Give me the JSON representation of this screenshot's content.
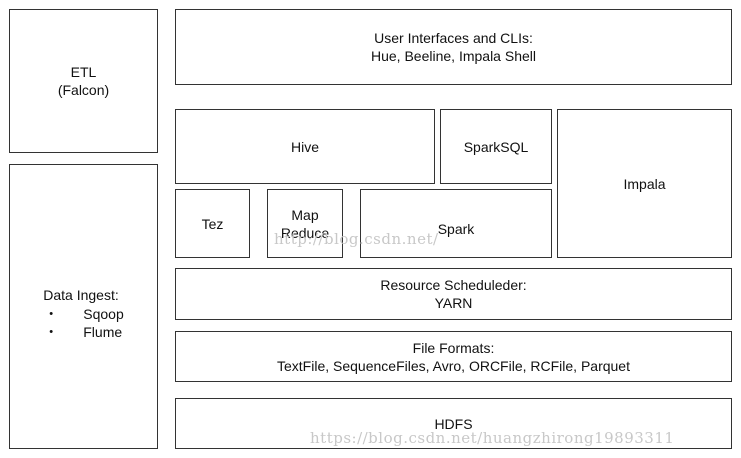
{
  "etl": {
    "line1": "ETL",
    "line2": "(Falcon)"
  },
  "data_ingest": {
    "title": "Data Ingest:",
    "items": [
      {
        "bullet": "•",
        "label": "Sqoop"
      },
      {
        "bullet": "•",
        "label": "Flume"
      }
    ]
  },
  "user_interfaces": {
    "line1": "User Interfaces and CLIs:",
    "line2": "Hue, Beeline, Impala Shell"
  },
  "hive": {
    "label": "Hive"
  },
  "sparksql": {
    "label": "SparkSQL"
  },
  "impala": {
    "label": "Impala"
  },
  "tez": {
    "label": "Tez"
  },
  "mapreduce": {
    "line1": "Map",
    "line2": "Reduce"
  },
  "spark": {
    "label": "Spark"
  },
  "resource_scheduler": {
    "line1": "Resource Scheduleder:",
    "line2": "YARN"
  },
  "file_formats": {
    "line1": "File Formats:",
    "line2": "TextFile, SequenceFiles, Avro, ORCFile, RCFile, Parquet"
  },
  "hdfs": {
    "label": "HDFS"
  },
  "watermarks": {
    "center": "http://blog.csdn.net/",
    "bottom": "https://blog.csdn.net/huangzhirong19893311"
  }
}
